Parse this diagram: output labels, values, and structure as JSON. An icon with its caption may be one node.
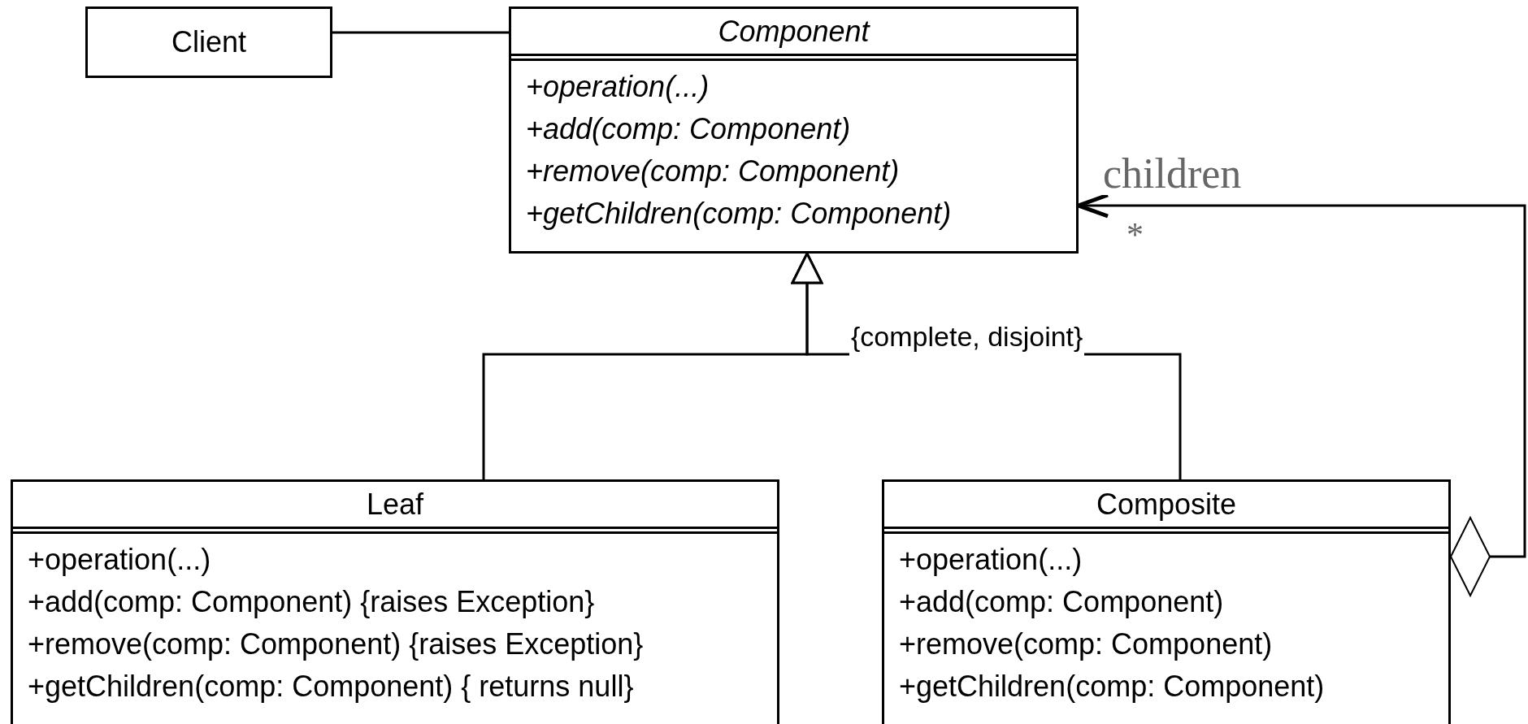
{
  "diagram": {
    "nodes": [
      {
        "text": [
          "Client"
        ]
      },
      {
        "text": [
          "Component",
          "+operation(...)",
          "+add(comp: Component)",
          "+remove(comp: Component)",
          "+getChildren(comp: Component)"
        ]
      },
      {
        "text": [
          "Leaf",
          "+operation(...)",
          "+add(comp: Component) {raises Exception}",
          "+remove(comp: Component) {raises Exception}",
          "+getChildren(comp: Component) { returns null}"
        ]
      },
      {
        "text": [
          "Composite",
          "+operation(...)",
          "+add(comp: Component)",
          "+remove(comp: Component)",
          "+getChildren(comp: Component)"
        ]
      }
    ],
    "edges": [
      {
        "from": 0,
        "to": 1,
        "arrow": "none"
      },
      {
        "from": 2,
        "to": 1,
        "arrow": "to"
      },
      {
        "from": 3,
        "to": 1,
        "arrow": "to",
        "label": "{complete, disjoint}"
      },
      {
        "from": 3,
        "to": 1,
        "arrow": "to",
        "label": "children"
      }
    ],
    "labels": [
      "*"
    ]
  }
}
